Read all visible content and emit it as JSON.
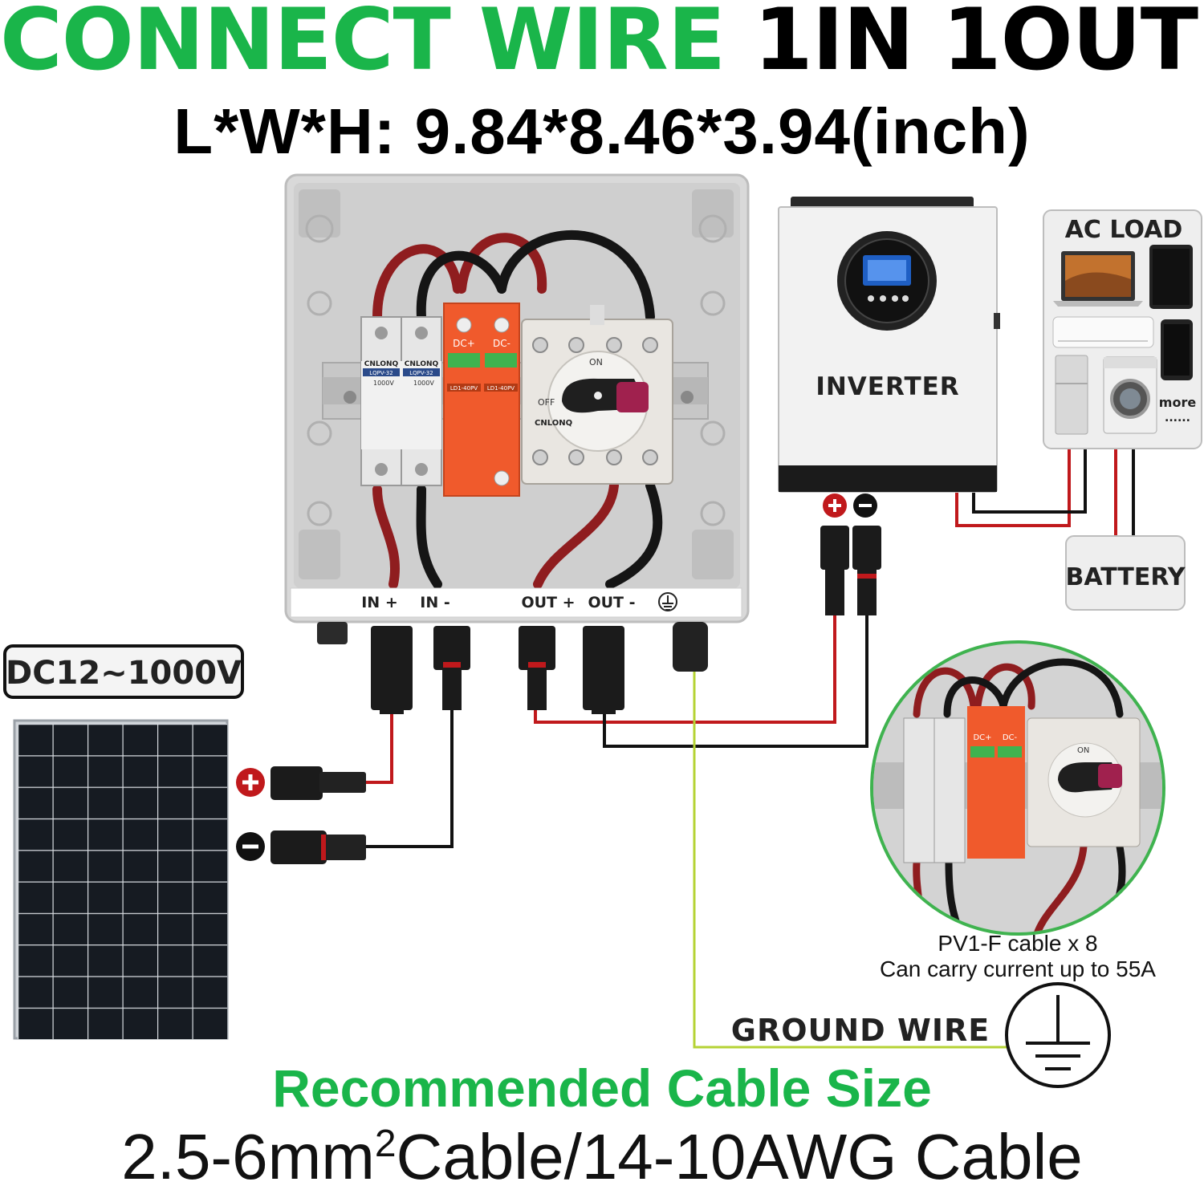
{
  "header": {
    "title_green": "CONNECT WIRE",
    "title_black": "1IN 1OUT",
    "dimensions": "L*W*H: 9.84*8.46*3.94(inch)"
  },
  "combiner_box": {
    "terminal_labels": [
      "IN +",
      "IN -",
      "OUT +",
      "OUT -"
    ],
    "fuse_brand": "CNLONQ",
    "fuse_model": "LQPV-32",
    "fuse_voltage": "1000V",
    "spd_model": "LD1-40PV",
    "spd_dc_plus": "DC+",
    "spd_dc_minus": "DC-",
    "switch_on": "ON",
    "switch_off": "OFF"
  },
  "inverter": {
    "label": "INVERTER"
  },
  "ac_load": {
    "title": "AC LOAD",
    "more": "more",
    "dots": "......"
  },
  "battery": {
    "label": "BATTERY"
  },
  "solar_panel": {
    "voltage": "DC12~1000V"
  },
  "detail_inset": {
    "caption_line1": "PV1-F cable x 8",
    "caption_line2": "Can carry current up to 55A"
  },
  "ground": {
    "label": "GROUND WIRE"
  },
  "footer": {
    "recommended": "Recommended Cable Size",
    "cable_pre": "2.5-6mm",
    "cable_sup": "2",
    "cable_post": "Cable/14-10AWG Cable"
  },
  "colors": {
    "green": "#1ab54a",
    "red_wire": "#c0191c",
    "black_wire": "#111111",
    "ground_wire": "#b5d334",
    "spd_orange": "#f05a2c",
    "handle_magenta": "#a0214e"
  }
}
